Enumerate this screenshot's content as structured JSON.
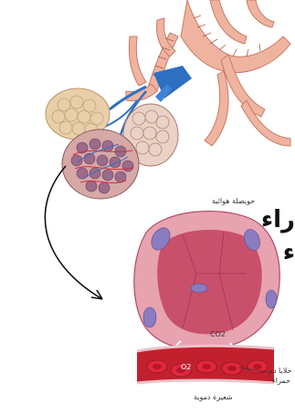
{
  "labels": {
    "alveolus": "حويصلة هوائية",
    "co2": "CO2",
    "o2": "O2",
    "red_blood_cells_line1": "خلايا دم",
    "red_blood_cells_line2": "حمراء",
    "capillary": "شعيرة دموية"
  },
  "cut_off_text": {
    "line1": "راء",
    "line2": "ء"
  },
  "colors": {
    "bronchi": "#e8a08a",
    "vein_blue": "#2e6fc2",
    "alveolus_wall": "#c9506b",
    "alveolus_inner": "#e7a3b0",
    "cell_nucleus": "#8a7cc0",
    "blood": "#c3202e",
    "rbc": "#e0283a",
    "arrow": "#111111"
  }
}
